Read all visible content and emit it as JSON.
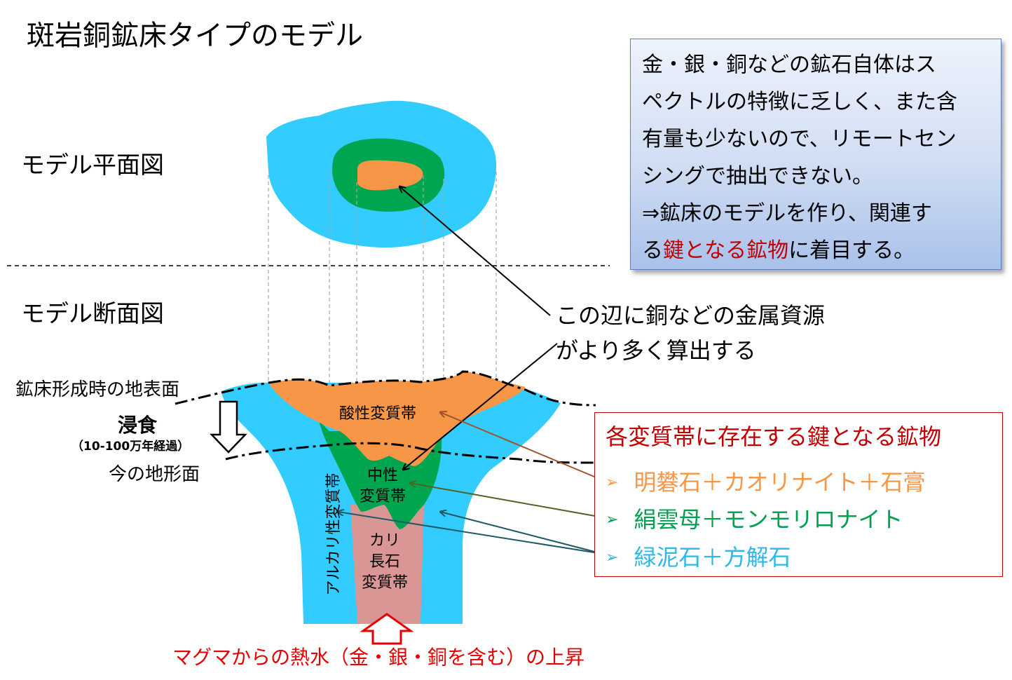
{
  "title": "斑岩銅鉱床タイプのモデル",
  "plan_label": "モデル平面図",
  "section_label": "モデル断面図",
  "note": {
    "lines": [
      "金・銀・銅などの鉱石自体はス",
      "ペクトルの特徴に乏しく、また含",
      "有量も少ないので、リモートセン",
      "シングで抽出できない。",
      "⇒鉱床のモデルを作り、関連す"
    ],
    "last_prefix": "る",
    "last_highlight": "鍵となる鉱物",
    "last_suffix": "に着目する。"
  },
  "callout": {
    "line1": "この辺に銅などの金属資源",
    "line2": "がより多く算出する"
  },
  "surfaces": {
    "paleo": "鉱床形成時の地表面",
    "erosion": "浸食",
    "erosion_years": "（10-100万年経過）",
    "present": "今の地形面"
  },
  "zones": {
    "acid": "酸性変質帯",
    "intermediate_1": "中性",
    "intermediate_2": "変質帯",
    "potassic_1": "カリ",
    "potassic_2": "長石",
    "potassic_3": "変質帯",
    "alkaline": "アルカリ性変質帯"
  },
  "magma": "マグマからの熱水（金・銀・銅を含む）の上昇",
  "key_minerals": {
    "title": "各変質帯に存在する鍵となる鉱物",
    "bullet": "➢",
    "items": [
      "明礬石＋カオリナイト＋石膏",
      "絹雲母＋モンモリロナイト",
      "緑泥石＋方解石"
    ]
  },
  "colors": {
    "outer_blue": "#33ccff",
    "green": "#00a550",
    "orange": "#f79646",
    "pink": "#d99694",
    "red_text": "#c00000",
    "callout_arrow_brown": "#a0522d",
    "callout_arrow_olive": "#4f6228",
    "callout_arrow_teal": "#215868"
  }
}
